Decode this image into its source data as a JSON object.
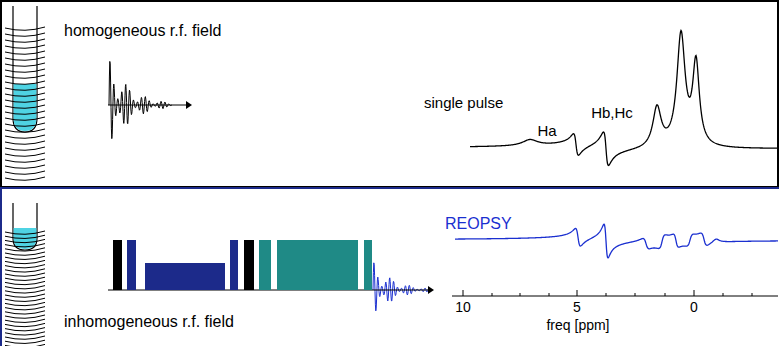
{
  "diagram": {
    "nodes": [
      {
        "text": [
          "homogeneous r.f. field",
          "single pulse"
        ]
      },
      {
        "text": [
          "inhomogeneous r.f. field",
          "REOPSY"
        ]
      }
    ],
    "labels": [
      "Ha",
      "Hb,Hc",
      "10",
      "5",
      "0",
      "freq [ppm]"
    ]
  }
}
